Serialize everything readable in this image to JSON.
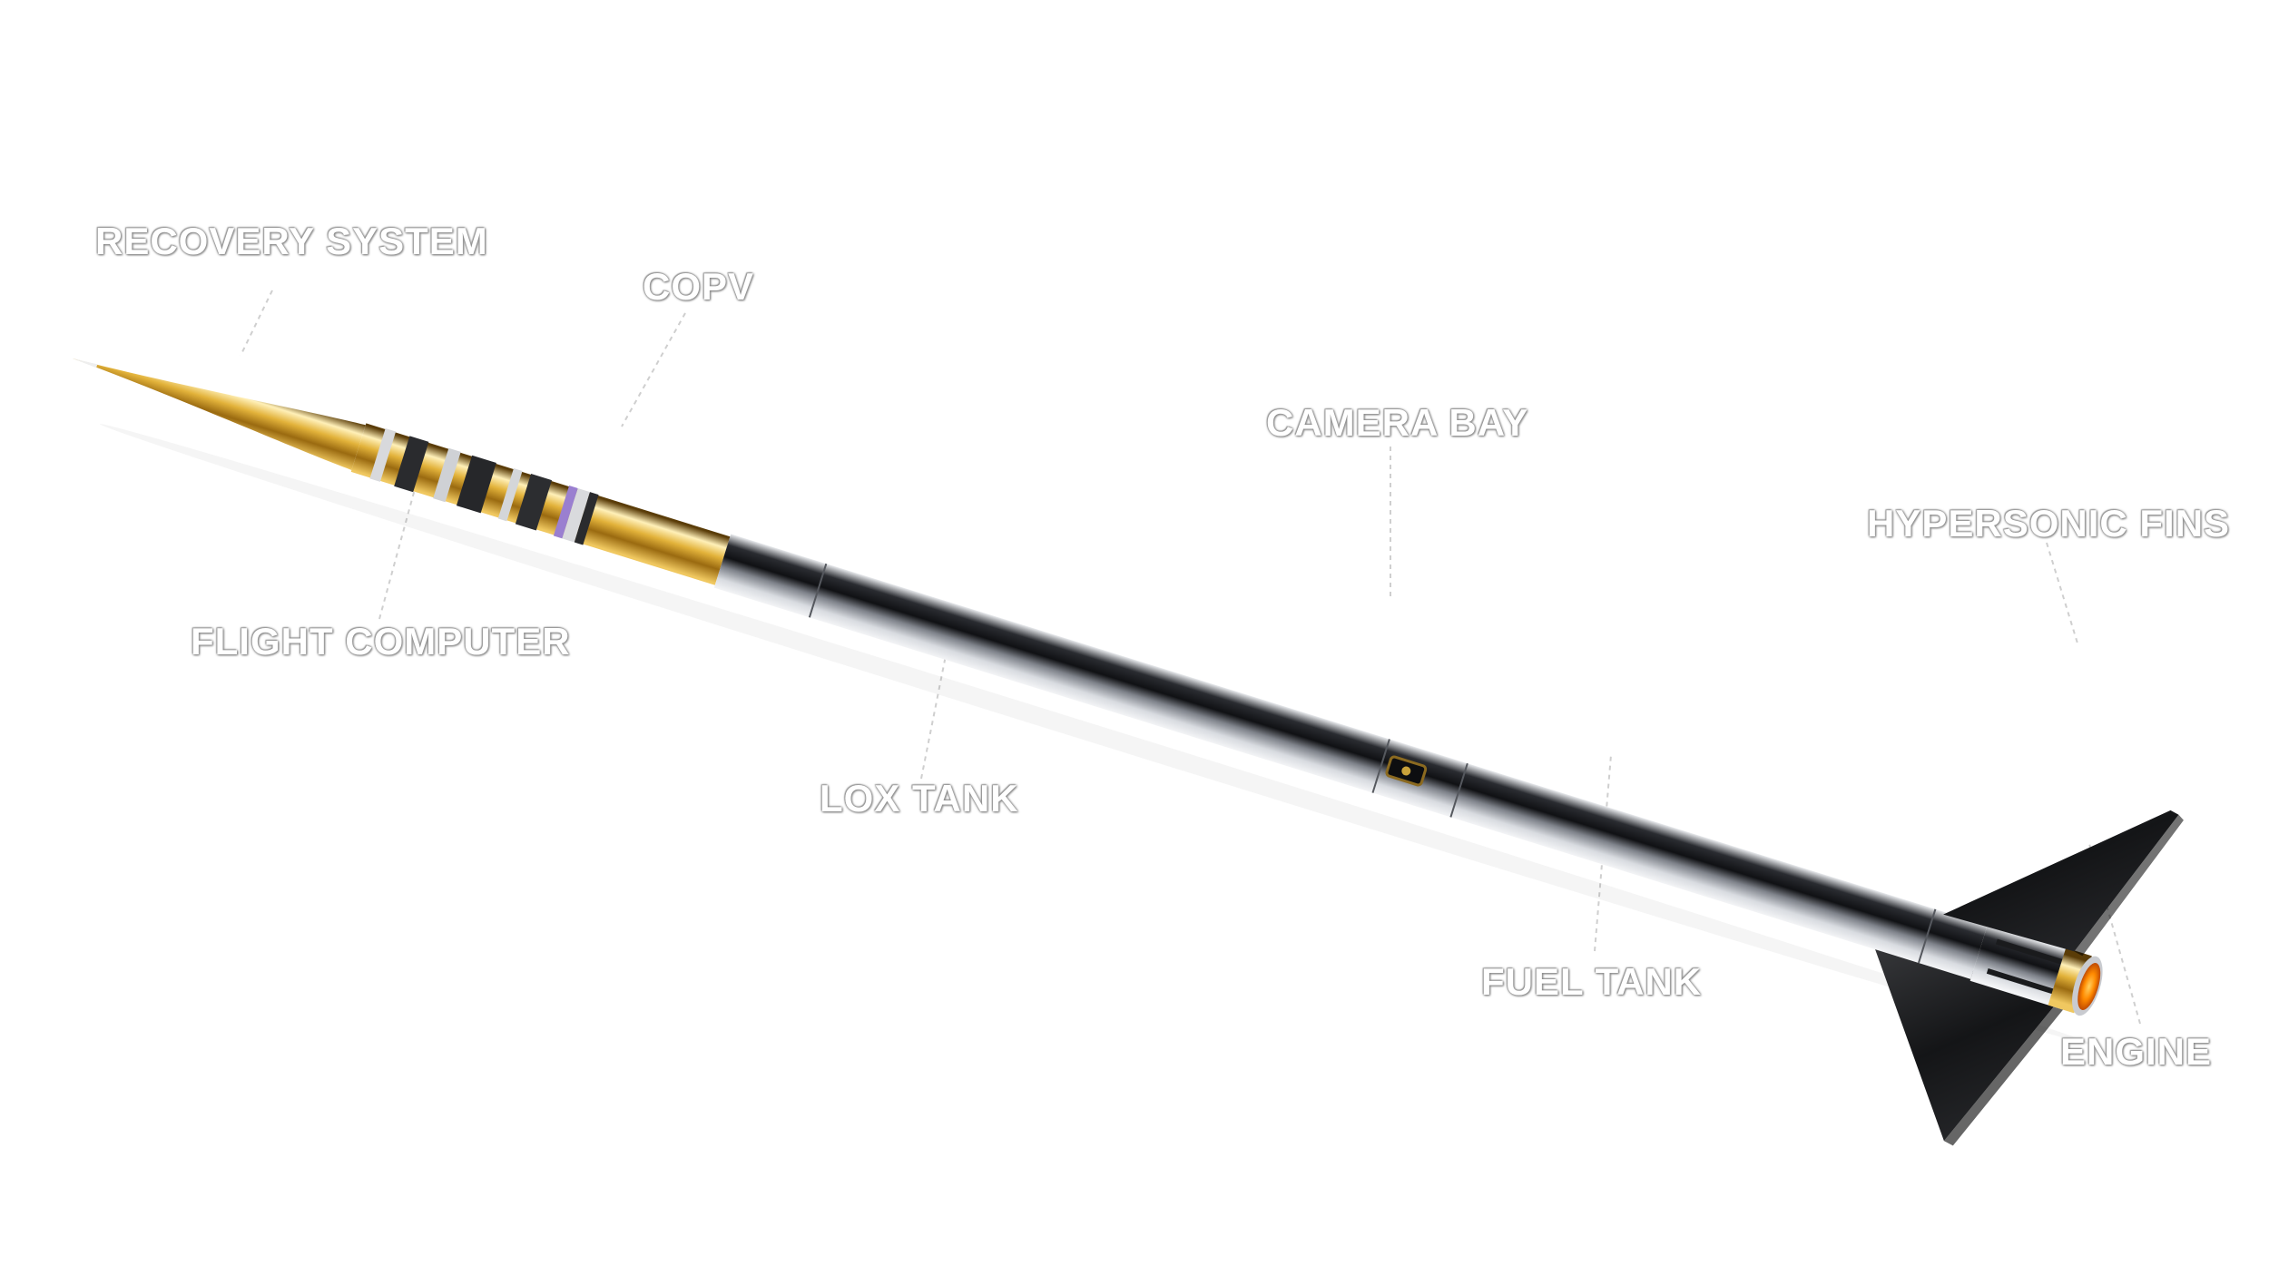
{
  "diagram": {
    "subject": "sounding rocket",
    "colors": {
      "nose_gold": "#d4a12a",
      "body_silver": "#c9ccd2",
      "body_dark": "#1c1e22",
      "fins": "#1a1b1d",
      "engine_glow": "#ff8a00",
      "leader_line": "#c8c8c8"
    },
    "labels": {
      "recovery_system": "RECOVERY SYSTEM",
      "copv": "COPV",
      "flight_computer": "FLIGHT COMPUTER",
      "camera_bay": "CAMERA BAY",
      "lox_tank": "LOX TANK",
      "hypersonic_fins": "HYPERSONIC FINS",
      "fuel_tank": "FUEL TANK",
      "engine": "ENGINE"
    }
  }
}
